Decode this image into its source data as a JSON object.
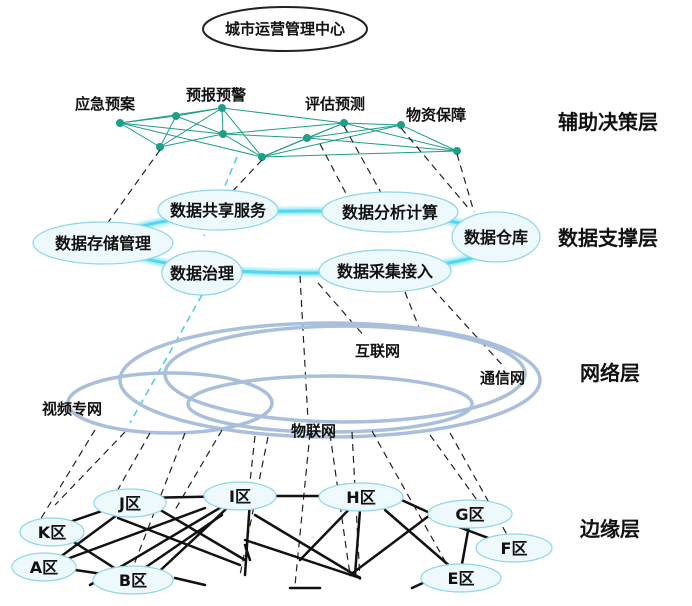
{
  "title": "城市运营管理中心",
  "layers": {
    "decision": "辅助决策层",
    "data_support": "数据支撑层",
    "network": "网络层",
    "edge": "边缘层"
  },
  "decision_nodes": {
    "emergency_plan": "应急预案",
    "forecast_warning": "预报预警",
    "assessment": "评估预测",
    "supplies": "物资保障"
  },
  "data_services": {
    "sharing": "数据共享服务",
    "analysis": "数据分析计算",
    "storage": "数据存储管理",
    "warehouse": "数据仓库",
    "governance": "数据治理",
    "collection": "数据采集接入"
  },
  "networks": {
    "internet": "互联网",
    "telecom": "通信网",
    "video": "视频专网",
    "iot": "物联网"
  },
  "zones": {
    "A": "A区",
    "B": "B区",
    "E": "E区",
    "F": "F区",
    "G": "G区",
    "H": "H区",
    "I": "I区",
    "J": "J区",
    "K": "K区"
  },
  "colors": {
    "decision_node": "#1f9e8a",
    "data_ring": "#4fd8ee",
    "ellipse_fill": "#eef9fd",
    "ellipse_stroke": "#8fd4ea",
    "network_ring": "#a9bfdc",
    "edge_line": "#111111"
  }
}
